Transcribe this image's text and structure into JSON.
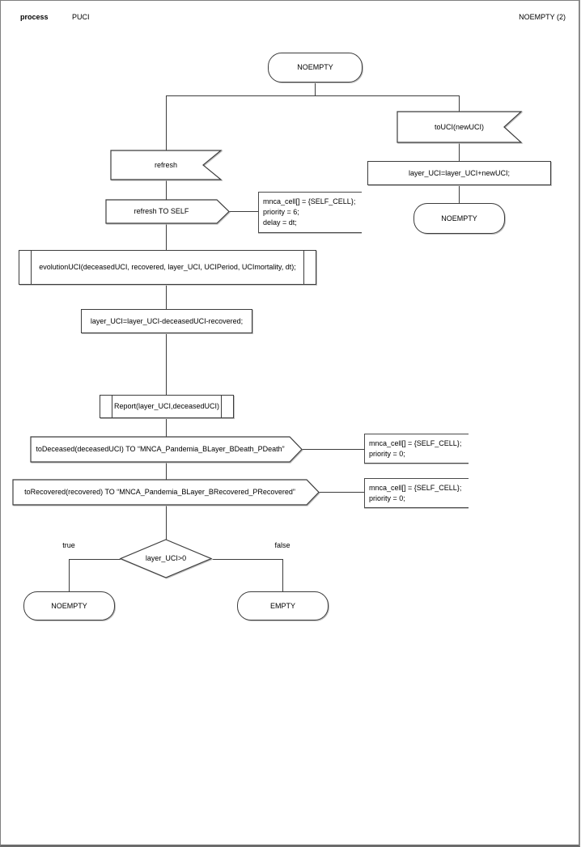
{
  "header": {
    "kind_label": "process",
    "process_name": "PUCI",
    "page_label": "NOEMPTY (2)"
  },
  "diagram": {
    "start_state": "NOEMPTY",
    "right_branch": {
      "input_touci": "toUCI(newUCI)",
      "task_add": "layer_UCI=layer_UCI+newUCI;",
      "next_state": "NOEMPTY"
    },
    "left_branch": {
      "input_refresh": "refresh",
      "output_refresh_self": "refresh TO SELF",
      "comment_refresh": [
        "mnca_cell[] = {SELF_CELL};",
        "priority = 6;",
        "delay = dt;"
      ],
      "proc_evolution": "evolutionUCI(deceasedUCI, recovered, layer_UCI, UCIPeriod, UCImortality, dt);",
      "task_update": "layer_UCI=layer_UCI-deceasedUCI-recovered;",
      "proc_report": "Report(layer_UCI,deceasedUCI)",
      "output_deceased": "toDeceased(deceasedUCI) TO “MNCA_Pandemia_BLayer_BDeath_PDeath”",
      "comment_deceased": [
        "mnca_cell[] = {SELF_CELL};",
        "priority = 0;"
      ],
      "output_recovered": "toRecovered(recovered) TO “MNCA_Pandemia_BLayer_BRecovered_PRecovered”",
      "comment_recovered": [
        "mnca_cell[] = {SELF_CELL};",
        "priority = 0;"
      ]
    },
    "decision": {
      "condition": "layer_UCI>0",
      "true_label": "true",
      "false_label": "false",
      "true_state": "NOEMPTY",
      "false_state": "EMPTY"
    }
  },
  "colors": {
    "stroke": "#3c3c3c",
    "page_border": "#7f7f7f",
    "background": "#ffffff",
    "shadow": "#bdbdbd"
  }
}
